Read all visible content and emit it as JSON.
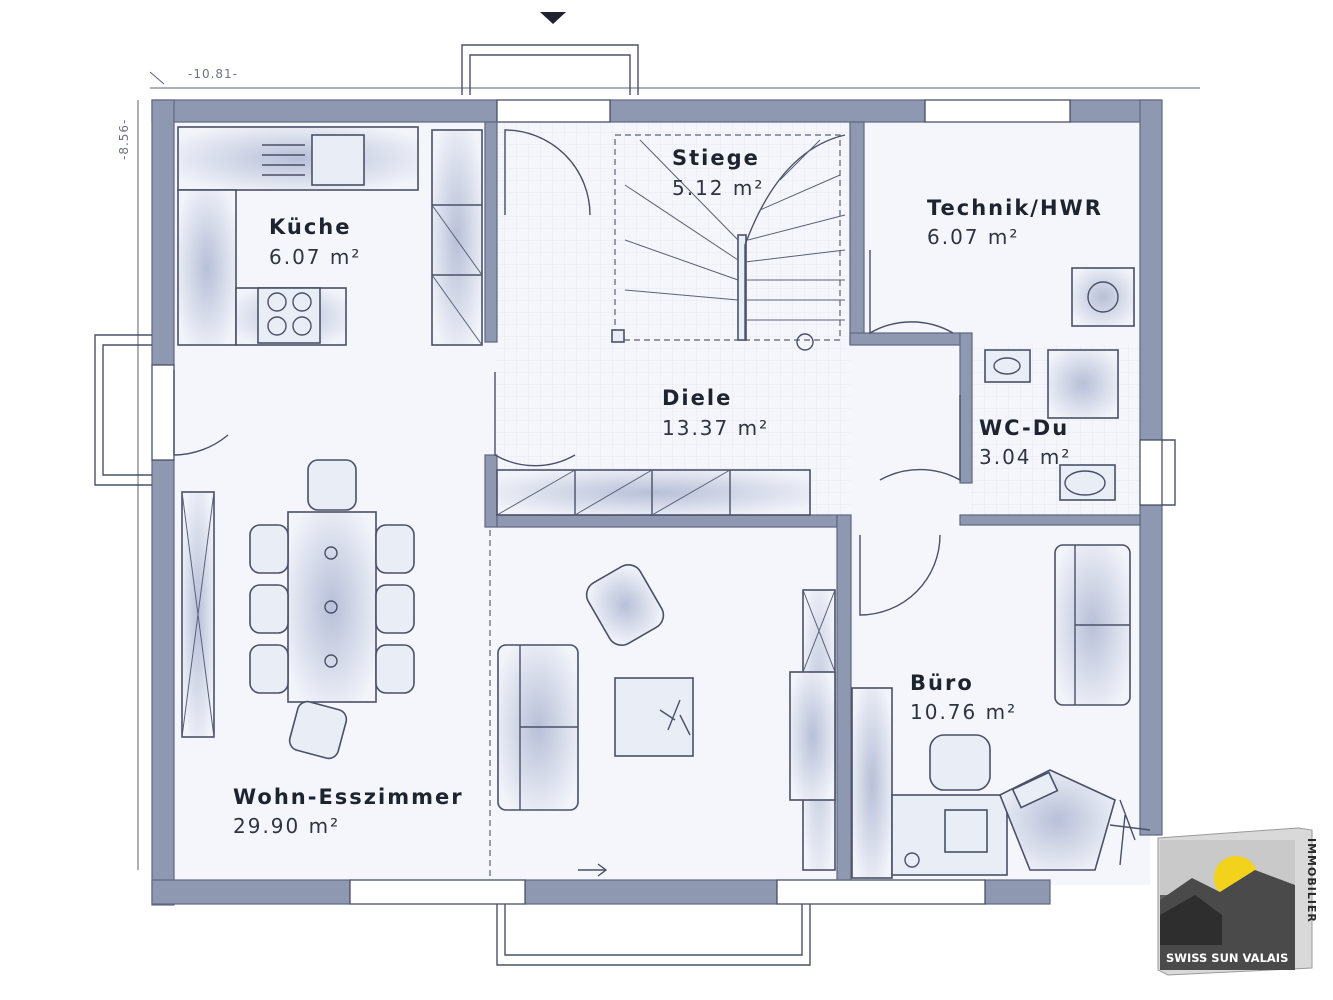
{
  "dimensions": {
    "width_label": "-10.81-",
    "depth_label": "-8.56-"
  },
  "rooms": {
    "kueche": {
      "name": "Küche",
      "area": "6.07 m²"
    },
    "stiege": {
      "name": "Stiege",
      "area": "5.12 m²"
    },
    "technik": {
      "name": "Technik/HWR",
      "area": "6.07 m²"
    },
    "diele": {
      "name": "Diele",
      "area": "13.37 m²"
    },
    "wc": {
      "name": "WC-Du",
      "area": "3.04 m²"
    },
    "wohn": {
      "name": "Wohn-Esszimmer",
      "area": "29.90 m²"
    },
    "buero": {
      "name": "Büro",
      "area": "10.76 m²"
    }
  },
  "logo": {
    "name": "SWISS SUN VALAIS",
    "side_text": "IMMOBILIER"
  },
  "colors": {
    "wall": "#8f98b1",
    "furniture_outline": "#4a5068",
    "logo_sun": "#f2d21b"
  }
}
